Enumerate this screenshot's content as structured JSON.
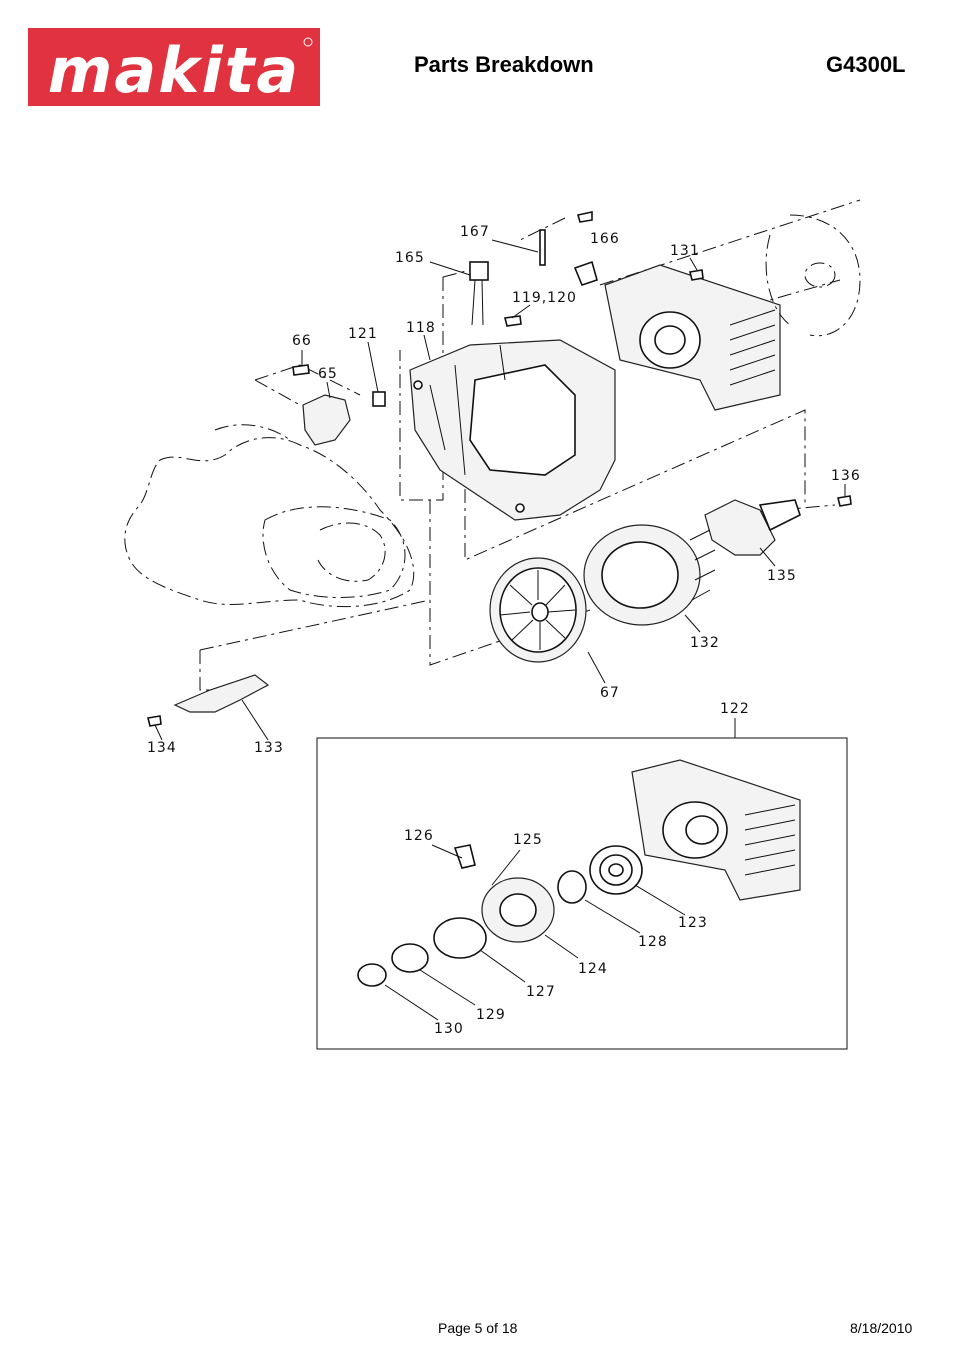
{
  "header": {
    "logo_text": "makita",
    "title": "Parts Breakdown",
    "model": "G4300L"
  },
  "parts": {
    "p167": "167",
    "p166": "166",
    "p165": "165",
    "p131": "131",
    "p119_120": "119,120",
    "p121": "121",
    "p118": "118",
    "p66": "66",
    "p65": "65",
    "p136": "136",
    "p135": "135",
    "p132": "132",
    "p67": "67",
    "p122": "122",
    "p134": "134",
    "p133": "133",
    "p126": "126",
    "p125": "125",
    "p123": "123",
    "p128": "128",
    "p124": "124",
    "p127": "127",
    "p129": "129",
    "p130": "130"
  },
  "footer": {
    "page": "Page 5 of 18",
    "date": "8/18/2010"
  }
}
